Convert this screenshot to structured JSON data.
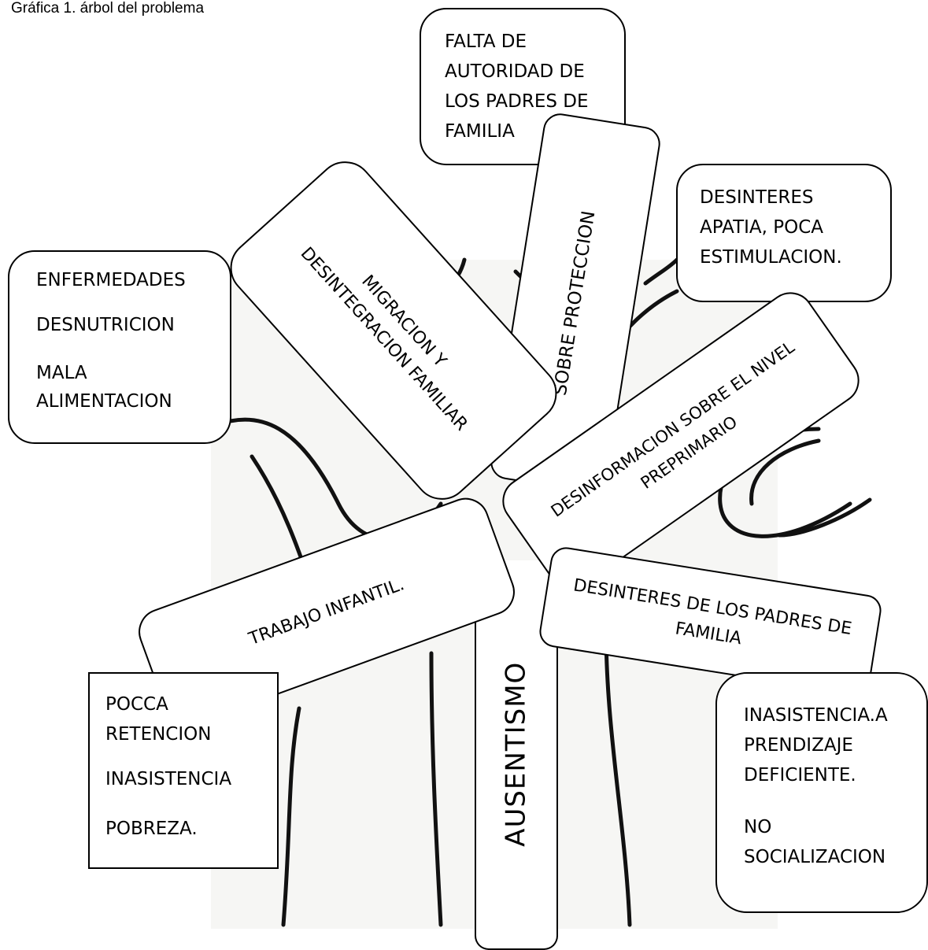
{
  "caption": "Gráfica 1. árbol del problema",
  "center": "AUSENTISMO",
  "causes": {
    "falta_autoridad": [
      "FALTA DE",
      "AUTORIDAD DE",
      "LOS PADRES DE",
      "FAMILIA"
    ],
    "sobre_proteccion": "SOBRE PROTECCION",
    "desinteres_apatia": [
      "DESINTERES",
      "APATIA, POCA",
      "ESTIMULACION."
    ],
    "migracion": [
      "MIGRACION Y",
      "DESINTEGRACION FAMILIAR"
    ],
    "enfermedades": [
      "ENFERMEDADES",
      "DESNUTRICION",
      "MALA",
      "ALIMENTACION"
    ],
    "desinformacion": [
      "DESINFORMACION SOBRE EL NIVEL",
      "PREPRIMARIO"
    ]
  },
  "effects": {
    "trabajo_infantil": "TRABAJO INFANTIL.",
    "pocca_retencion": [
      "POCCA",
      "RETENCION",
      "INASISTENCIA",
      "POBREZA."
    ],
    "desinteres_padres": [
      "DESINTERES DE LOS PADRES DE",
      "FAMILIA"
    ],
    "inasistencia": [
      "INASISTENCIA.A",
      "PRENDIZAJE",
      "DEFICIENTE.",
      "NO",
      "SOCIALIZACION"
    ]
  }
}
